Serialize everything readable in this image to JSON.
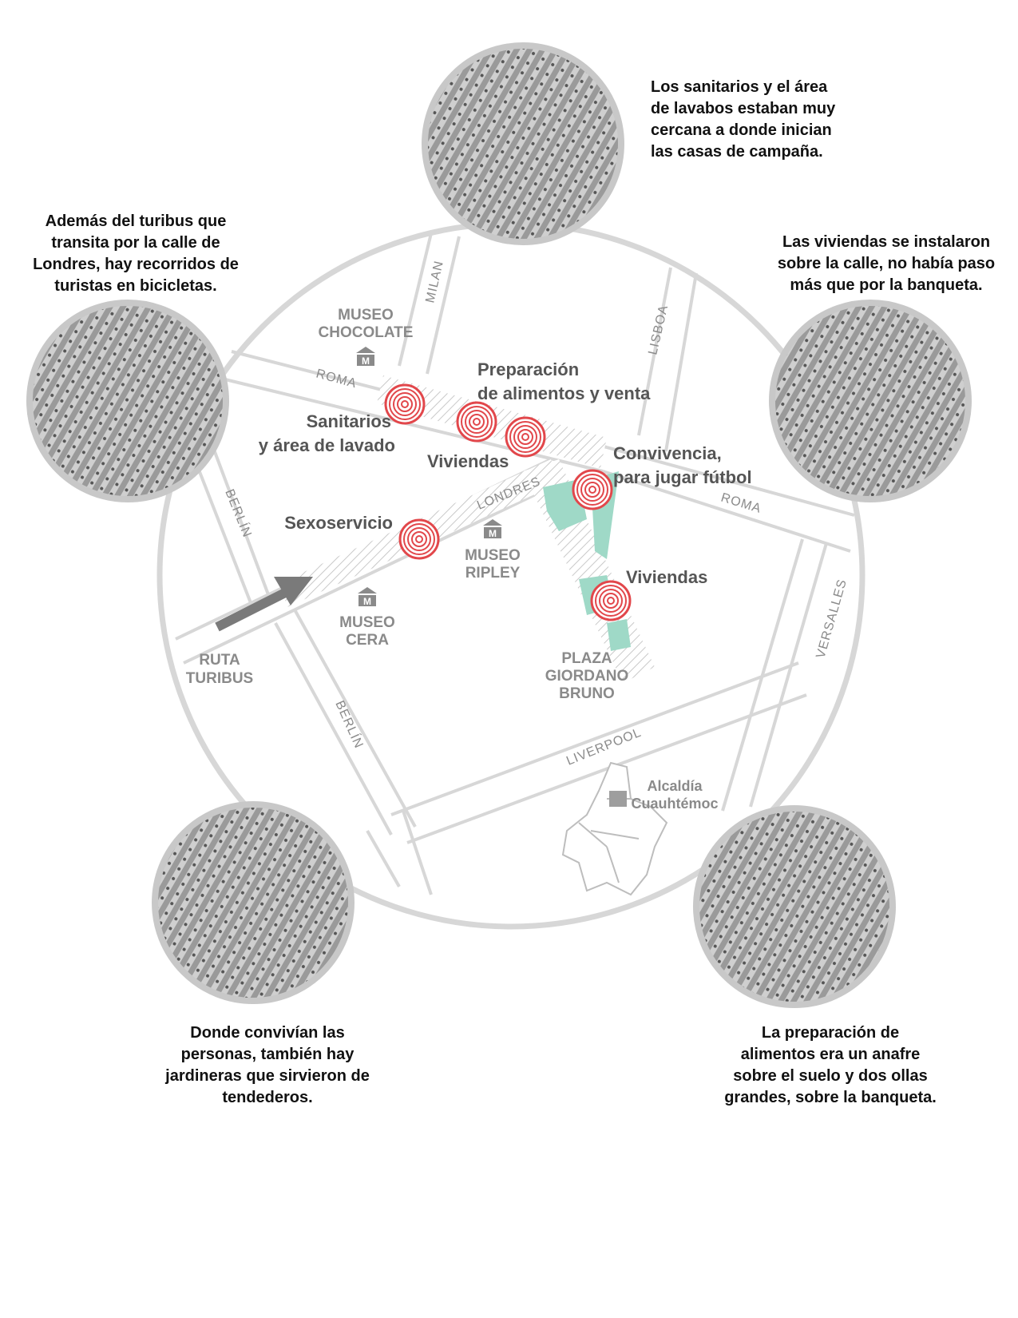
{
  "colors": {
    "road": "#d7d7d7",
    "hotspot": "#e2474b",
    "green": "#9fd9c7",
    "text_dark": "#555555",
    "text_gray": "#8a8a8a"
  },
  "captions": {
    "top": [
      "Los sanitarios y el área",
      "de lavabos estaban muy",
      "cercana a donde inician",
      "las casas de campaña."
    ],
    "left": [
      "Además del turibus que",
      "transita por la calle de",
      "Londres, hay recorridos de",
      "turistas en bicicletas."
    ],
    "right": [
      "Las viviendas se instalaron",
      "sobre la calle, no había paso",
      "más que por la banqueta."
    ],
    "bottom_left": [
      "Donde convivían las",
      "personas, también hay",
      "jardineras que sirvieron de",
      "tendederos."
    ],
    "bottom_right": [
      "La preparación de",
      "alimentos era un anafre",
      "sobre el suelo y dos ollas",
      "grandes, sobre la banqueta."
    ]
  },
  "streets": {
    "milan": "MILAN",
    "lisboa": "LISBOA",
    "roma": "ROMA",
    "roma2": "ROMA",
    "londres": "LONDRES",
    "berlin": "BERLÍN",
    "berlin2": "BERLÍN",
    "versalles": "VERSALLES",
    "liverpool": "LIVERPOOL"
  },
  "museums": {
    "chocolate": [
      "MUSEO",
      "CHOCOLATE"
    ],
    "ripley": [
      "MUSEO",
      "RIPLEY"
    ],
    "cera": [
      "MUSEO",
      "CERA"
    ],
    "icon_letter": "M"
  },
  "zones": {
    "sanitarios": [
      "Sanitarios",
      "y área de lavado"
    ],
    "preparacion": [
      "Preparación",
      "de alimentos y venta"
    ],
    "viviendas1": "Viviendas",
    "convivencia": [
      "Convivencia,",
      "para jugar fútbol"
    ],
    "sexoservicio": "Sexoservicio",
    "viviendas2": "Viviendas"
  },
  "labels": {
    "ruta": [
      "RUTA",
      "TURIBUS"
    ],
    "plaza": [
      "PLAZA",
      "GIORDANO",
      "BRUNO"
    ],
    "alcaldia": [
      "Alcaldía",
      "Cuauhtémoc"
    ]
  }
}
